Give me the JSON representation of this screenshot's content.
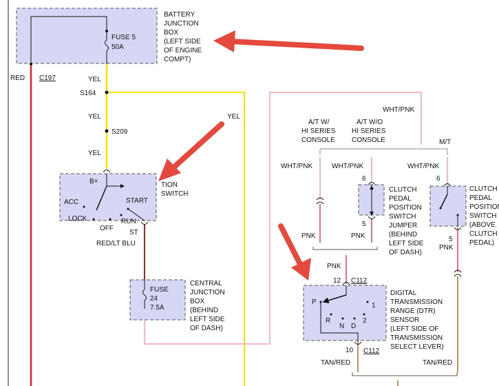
{
  "components": {
    "battery_box": {
      "label": [
        "BATTERY",
        "JUNCTION",
        "BOX",
        "(LEFT SIDE",
        "OF ENGINE",
        "COMPT)"
      ],
      "fuse": [
        "FUSE 5",
        "50A"
      ]
    },
    "ignition_switch": {
      "label_tail": [
        "TION",
        "SWITCH"
      ],
      "terminals": [
        "B+",
        "ACC",
        "START",
        "LOCK",
        "OFF",
        "RUN",
        "ST"
      ]
    },
    "central_box": {
      "fuse": [
        "FUSE",
        "24",
        "7.5A"
      ],
      "label": [
        "CENTRAL",
        "JUNCTION",
        "BOX",
        "(BEHIND",
        "LEFT SIDE",
        "OF DASH)"
      ]
    },
    "jumper": {
      "pin_top": "6",
      "pin_bottom": "5",
      "label": [
        "CLUTCH",
        "PEDAL",
        "POSITION",
        "SWITCH",
        "JUMPER",
        "(BEHIND",
        "LEFT SIDE",
        "OF DASH)"
      ]
    },
    "clutch_switch": {
      "pin_top": "6",
      "pin_bottom": "5",
      "label": [
        "CLUTCH",
        "PEDAL",
        "POSITION",
        "SWITCH",
        "(ABOVE",
        "CLUTCH",
        "PEDAL)"
      ]
    },
    "dtr_sensor": {
      "pin_top": "12",
      "pin_bottom": "10",
      "terminals": [
        "P",
        "1",
        "R",
        "N",
        "D",
        "2"
      ],
      "label": [
        "DIGITAL",
        "TRANSMISSION",
        "RANGE (DTR)",
        "SENSOR",
        "(LEFT SIDE OF",
        "TRANSMISSION",
        "SELECT LEVER)"
      ]
    }
  },
  "wires": {
    "red": "RED",
    "yel": "YEL",
    "red_lt_blu": "RED/LT BLU",
    "wht_pnk": "WHT/PNK",
    "pnk": "PNK",
    "tan_red": "TAN/RED"
  },
  "connectors": {
    "c197": "C197",
    "c112": "C112"
  },
  "splices": {
    "s164": "S164",
    "s209": "S209"
  },
  "branches": {
    "at_hi": [
      "A/T W/",
      "HI SERIES",
      "CONSOLE"
    ],
    "at_wo": [
      "A/T W/O",
      "HI SERIES",
      "CONSOLE"
    ],
    "mt": "M/T"
  },
  "colors": {
    "red_wire": "#ee1c24",
    "yel_wire": "#f2e600",
    "pink_wire": "#f4b8c4",
    "dpink_wire": "#ec6c8a",
    "tan_wire": "#d08a58",
    "box_fill": "#d6d6f5",
    "arrow": "#e5483c"
  }
}
